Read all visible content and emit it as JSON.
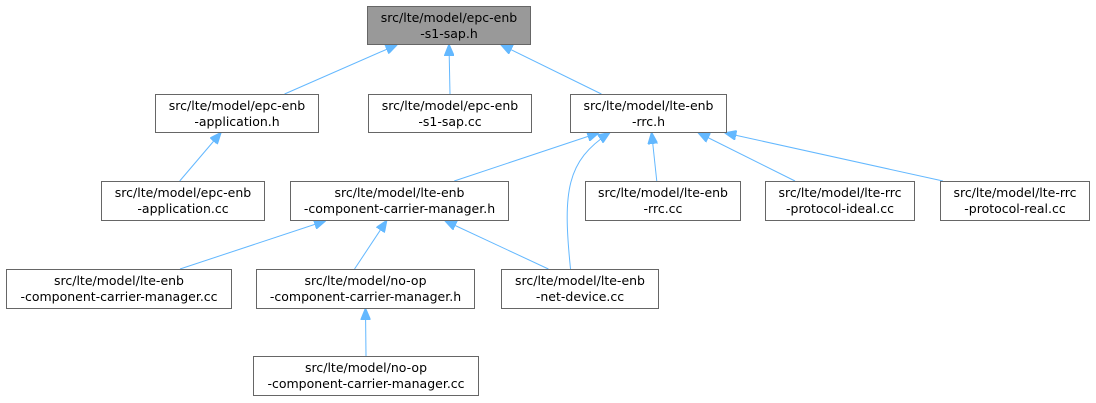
{
  "colors": {
    "edge": "#63b8ff",
    "node_border": "#666666",
    "root_fill": "#999999",
    "node_fill": "#ffffff"
  },
  "nodes": {
    "epc_enb_s1_sap_h": {
      "line1": "src/lte/model/epc-enb",
      "line2": "-s1-sap.h"
    },
    "epc_enb_application_h": {
      "line1": "src/lte/model/epc-enb",
      "line2": "-application.h"
    },
    "epc_enb_s1_sap_cc": {
      "line1": "src/lte/model/epc-enb",
      "line2": "-s1-sap.cc"
    },
    "lte_enb_rrc_h": {
      "line1": "src/lte/model/lte-enb",
      "line2": "-rrc.h"
    },
    "epc_enb_application_cc": {
      "line1": "src/lte/model/epc-enb",
      "line2": "-application.cc"
    },
    "lte_enb_ccm_h": {
      "line1": "src/lte/model/lte-enb",
      "line2": "-component-carrier-manager.h"
    },
    "lte_enb_rrc_cc": {
      "line1": "src/lte/model/lte-enb",
      "line2": "-rrc.cc"
    },
    "lte_rrc_protocol_ideal_cc": {
      "line1": "src/lte/model/lte-rrc",
      "line2": "-protocol-ideal.cc"
    },
    "lte_rrc_protocol_real_cc": {
      "line1": "src/lte/model/lte-rrc",
      "line2": "-protocol-real.cc"
    },
    "lte_enb_ccm_cc": {
      "line1": "src/lte/model/lte-enb",
      "line2": "-component-carrier-manager.cc"
    },
    "no_op_ccm_h": {
      "line1": "src/lte/model/no-op",
      "line2": "-component-carrier-manager.h"
    },
    "lte_enb_net_device_cc": {
      "line1": "src/lte/model/lte-enb",
      "line2": "-net-device.cc"
    },
    "no_op_ccm_cc": {
      "line1": "src/lte/model/no-op",
      "line2": "-component-carrier-manager.cc"
    }
  },
  "edges": [
    {
      "from": "epc_enb_application_h",
      "to": "epc_enb_s1_sap_h"
    },
    {
      "from": "epc_enb_s1_sap_cc",
      "to": "epc_enb_s1_sap_h"
    },
    {
      "from": "lte_enb_rrc_h",
      "to": "epc_enb_s1_sap_h"
    },
    {
      "from": "epc_enb_application_cc",
      "to": "epc_enb_application_h"
    },
    {
      "from": "lte_enb_ccm_h",
      "to": "lte_enb_rrc_h"
    },
    {
      "from": "lte_enb_rrc_cc",
      "to": "lte_enb_rrc_h"
    },
    {
      "from": "lte_rrc_protocol_ideal_cc",
      "to": "lte_enb_rrc_h"
    },
    {
      "from": "lte_rrc_protocol_real_cc",
      "to": "lte_enb_rrc_h"
    },
    {
      "from": "lte_enb_net_device_cc",
      "to": "lte_enb_rrc_h"
    },
    {
      "from": "lte_enb_ccm_cc",
      "to": "lte_enb_ccm_h"
    },
    {
      "from": "no_op_ccm_h",
      "to": "lte_enb_ccm_h"
    },
    {
      "from": "lte_enb_net_device_cc",
      "to": "lte_enb_ccm_h"
    },
    {
      "from": "no_op_ccm_cc",
      "to": "no_op_ccm_h"
    }
  ]
}
